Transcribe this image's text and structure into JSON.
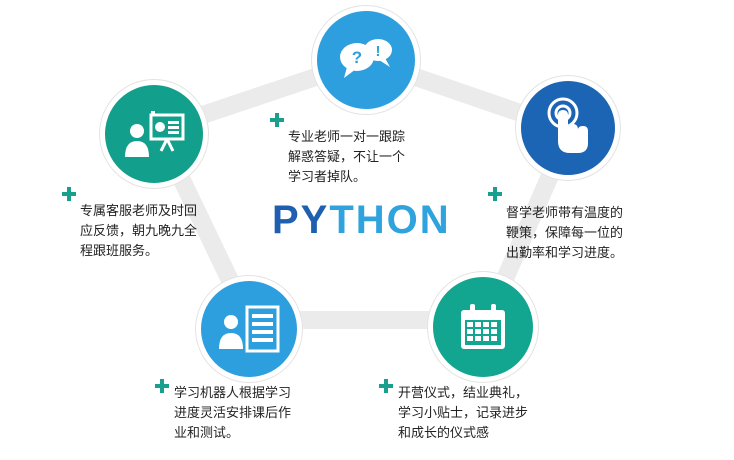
{
  "title": {
    "part1": "PY",
    "part2": "THON",
    "color1": "#1f5fb0",
    "color2": "#2ea3de"
  },
  "colors": {
    "ring": "#ebebeb",
    "plus": "#19a08d",
    "white": "#ffffff"
  },
  "nodes": [
    {
      "id": "top",
      "icon": "chat-bubbles-icon",
      "color": "#2e9fde",
      "text": "专业老师一对一跟踪\n解惑答疑，不让一个\n学习者掉队。"
    },
    {
      "id": "right",
      "icon": "touch-button-icon",
      "color": "#1c64b4",
      "text": "督学老师带有温度的\n鞭策，保障每一位的\n出勤率和学习进度。"
    },
    {
      "id": "bottom-right",
      "icon": "calendar-icon",
      "color": "#12a58f",
      "text": "开营仪式，结业典礼，\n学习小贴士，记录进步\n和成长的仪式感"
    },
    {
      "id": "bottom-left",
      "icon": "profile-card-icon",
      "color": "#2e9fde",
      "text": "学习机器人根据学习\n进度灵活安排课后作\n业和测试。"
    },
    {
      "id": "left",
      "icon": "presenter-icon",
      "color": "#129f8c",
      "text": "专属客服老师及时回\n应反馈，朝九晚九全\n程跟班服务。"
    }
  ]
}
